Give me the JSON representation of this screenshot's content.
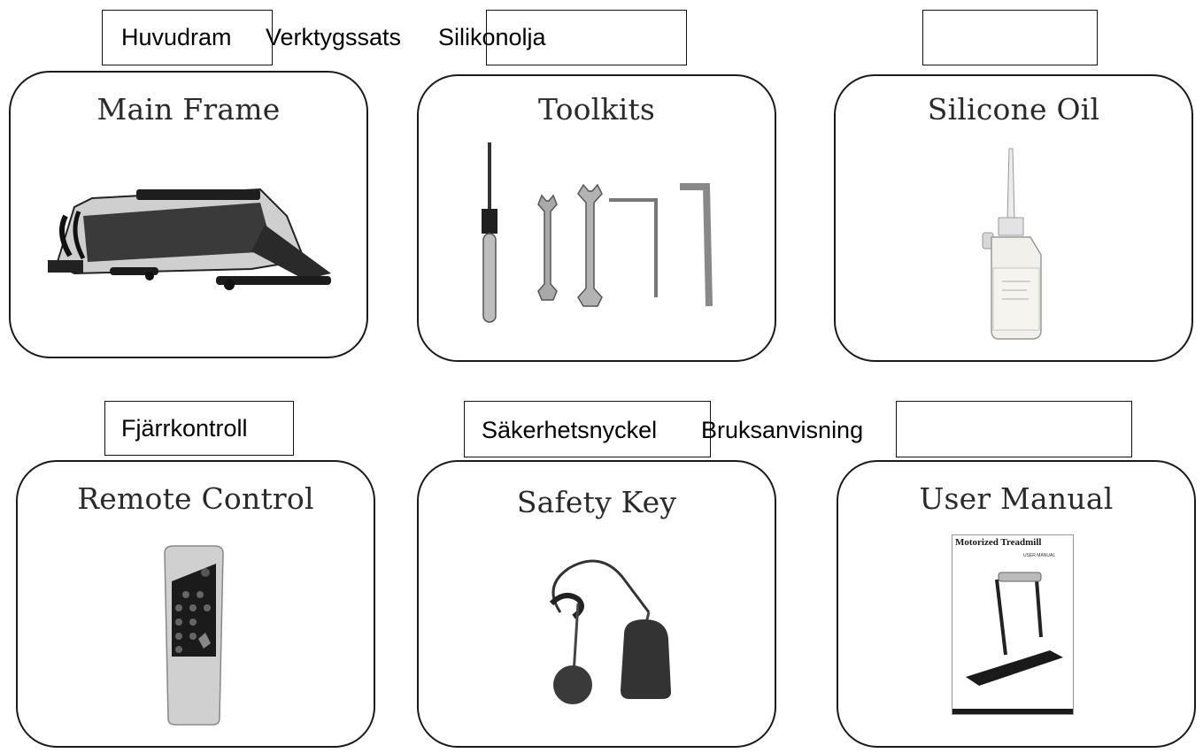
{
  "labels_row1": {
    "main_frame_sv": "Huvudram",
    "toolkits_sv": "Verktygssats",
    "silicone_oil_sv": "Silikonolja"
  },
  "labels_row2": {
    "remote_control_sv": "Fjärrkontroll",
    "safety_key_sv": "Säkerhetsnyckel",
    "user_manual_sv": "Bruksanvisning"
  },
  "cards": {
    "main_frame": "Main Frame",
    "toolkits": "Toolkits",
    "silicone_oil": "Silicone Oil",
    "remote_control": "Remote Control",
    "safety_key": "Safety Key",
    "user_manual": "User Manual"
  },
  "manual_cover": {
    "title": "Motorized Treadmill",
    "subtitle": "USER MANUAL"
  },
  "colors": {
    "border": "#1a1a1a",
    "title_text": "#2a2a2a"
  }
}
